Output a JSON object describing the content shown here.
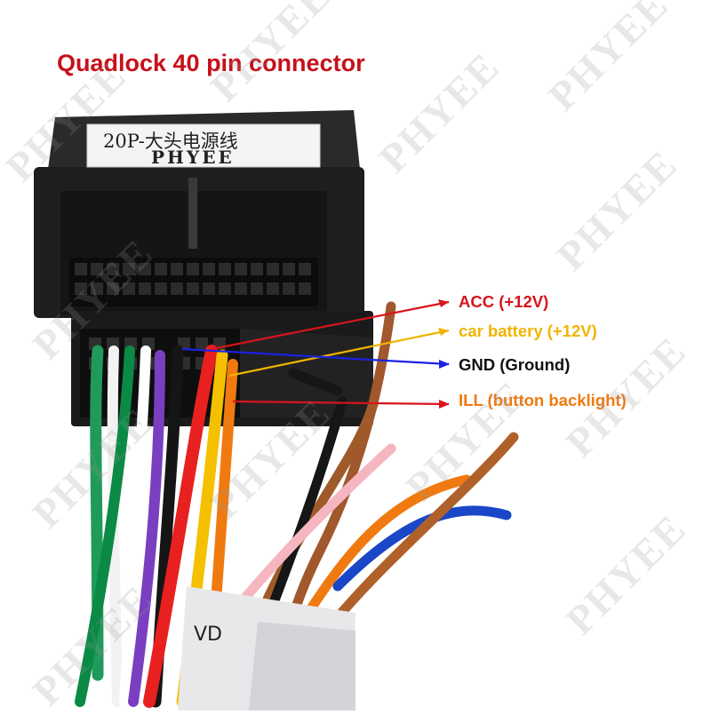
{
  "title": "Quadlock 40 pin connector",
  "watermark_text": "PHYEE",
  "sticker": {
    "line1": "20P-大头电源线",
    "line2": "PHYEE"
  },
  "sleeve_text": "VD",
  "callouts": {
    "acc": {
      "label": "ACC (+12V)",
      "color": "#d8141c"
    },
    "battery": {
      "label": "car battery (+12V)",
      "color": "#f0b400"
    },
    "gnd": {
      "label": "GND (Ground)",
      "color": "#111111"
    },
    "ill": {
      "label": "ILL (button backlight)",
      "color": "#f07a10"
    }
  },
  "colors": {
    "title": "#c8101a",
    "connector": "#1c1c1c",
    "arrow_acc": "#d8141c",
    "arrow_battery": "#f0b400",
    "arrow_gnd": "#1a22e0",
    "arrow_ill": "#d8141c"
  }
}
